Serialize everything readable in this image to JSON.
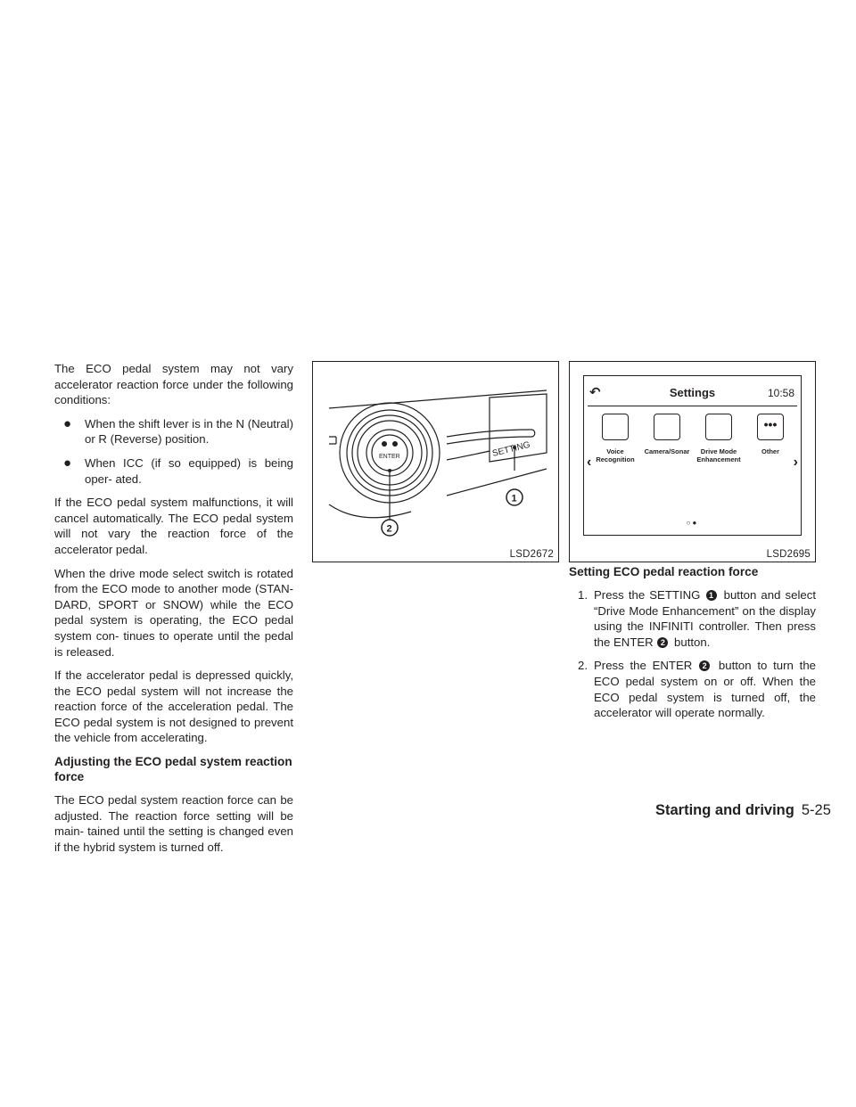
{
  "col1": {
    "intro": "The ECO pedal system may not vary accelerator reaction force under the following conditions:",
    "bullets": [
      "When the shift lever is in the N (Neutral) or R (Reverse) position.",
      "When ICC (if so equipped) is being oper- ated."
    ],
    "p_malfunction": "If the ECO pedal system malfunctions, it will cancel automatically. The ECO pedal system will not vary the reaction force of the accelerator pedal.",
    "p_drive_mode": "When the drive mode select switch is rotated from the ECO mode to another mode (STAN- DARD, SPORT or SNOW) while the ECO pedal system is operating, the ECO pedal system con- tinues to operate until the pedal is released.",
    "p_depressed": "If the accelerator pedal is depressed quickly, the ECO pedal system will not increase the reaction force of the acceleration pedal. The ECO pedal system is not designed to prevent the vehicle from accelerating.",
    "heading": "Adjusting the ECO pedal system reaction force",
    "p_adjust": "The ECO pedal system reaction force can be adjusted. The reaction force setting will be main- tained until the setting is changed even if the hybrid system is turned off."
  },
  "fig1": {
    "id": "LSD2672",
    "enter_label": "ENTER",
    "setting_label": "SETTING",
    "callout_1": "1",
    "callout_2": "2"
  },
  "fig2": {
    "id": "LSD2695",
    "title": "Settings",
    "time": "10:58",
    "tiles": [
      "Voice Recognition",
      "Camera/Sonar",
      "Drive Mode Enhancement",
      "Other"
    ]
  },
  "col3": {
    "heading": "Setting ECO pedal reaction force",
    "step1_num": "1.",
    "step1_a": "Press the SETTING",
    "step1_b": "button and select “Drive Mode Enhancement” on the display using the INFINITI controller. Then press the ENTER",
    "step1_c": "button.",
    "step2_num": "2.",
    "step2_a": "Press the ENTER",
    "step2_b": "button to turn the ECO pedal system on or off. When the ECO pedal system is turned off, the accelerator will operate normally.",
    "circ1": "1",
    "circ2": "2"
  },
  "footer": {
    "section": "Starting and driving",
    "page": "5-25"
  }
}
